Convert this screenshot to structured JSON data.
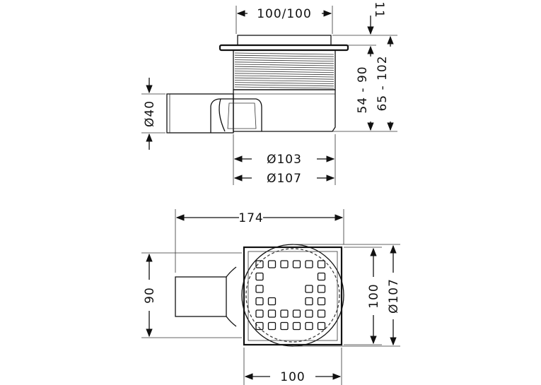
{
  "top_view": {
    "dim_grate": "100/100",
    "dim_grate_height": "11",
    "dim_height_inner": "54 - 90",
    "dim_height_outer": "65 - 102",
    "dim_outlet": "Ø40",
    "dim_body": "Ø103",
    "dim_flange": "Ø107"
  },
  "bottom_view": {
    "dim_total_width": "174",
    "dim_depth": "90",
    "dim_grate_side": "100",
    "dim_flange": "Ø107",
    "dim_grate_bottom": "100"
  }
}
